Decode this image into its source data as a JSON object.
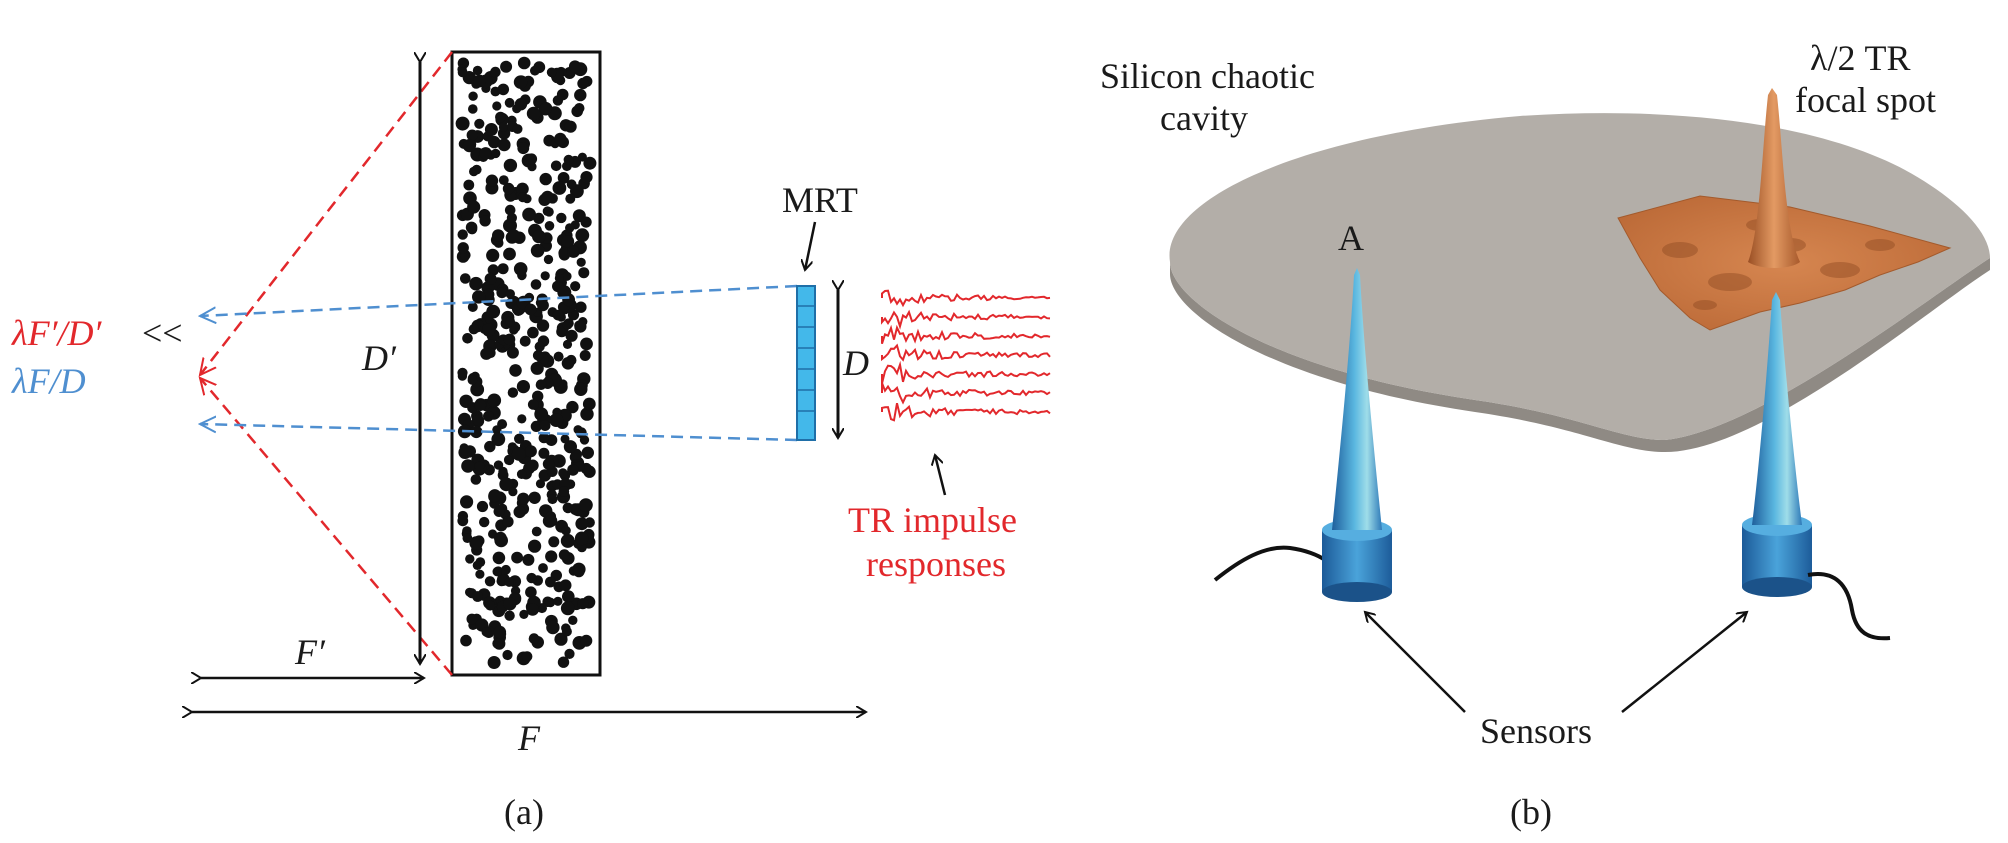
{
  "panel_a": {
    "label_red": "λF′/D′",
    "label_ll": "<<",
    "label_blue": "λF/D",
    "label_D_prime": "D′",
    "label_D": "D",
    "label_F_prime": "F′",
    "label_F": "F",
    "label_mrt": "MRT",
    "label_tr_line1": "TR impulse",
    "label_tr_line2": "responses",
    "caption": "(a)",
    "colors": {
      "red": "#e2282c",
      "blue": "#4f8fd0",
      "array": "#43b8ea"
    }
  },
  "panel_b": {
    "label_cavity_line1": "Silicon chaotic",
    "label_cavity_line2": "cavity",
    "label_focal_line1": "λ/2 TR",
    "label_focal_line2": "focal spot",
    "label_A": "A",
    "label_sensors": "Sensors",
    "caption": "(b)",
    "colors": {
      "plate": "#aca7a1",
      "spot": "#c7743f",
      "sensor": "#2f7fc4"
    }
  }
}
